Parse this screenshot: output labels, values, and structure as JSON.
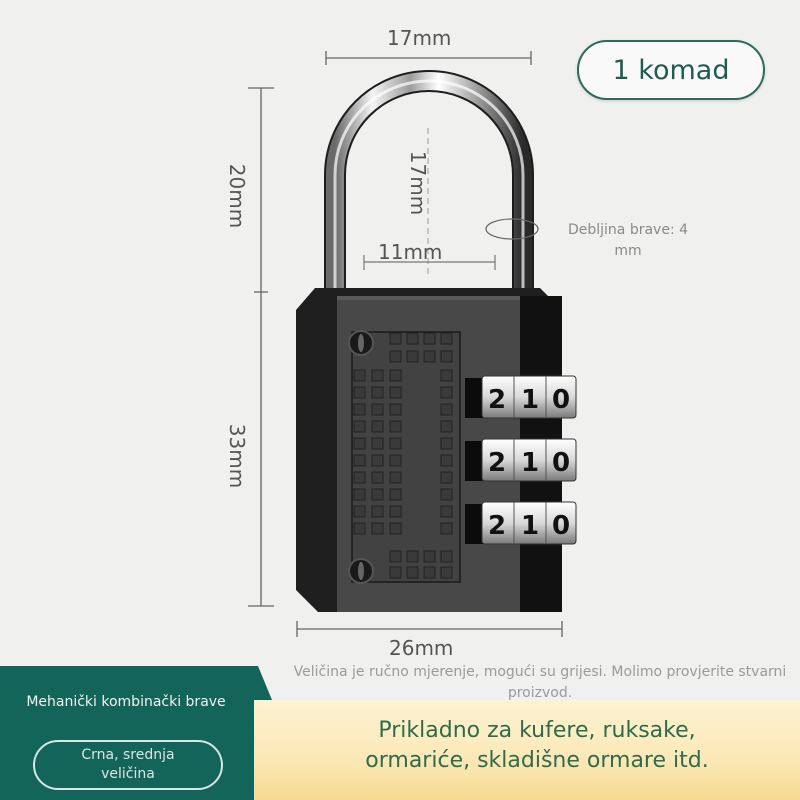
{
  "product": {
    "name": "Mehanički kombinački brave",
    "variant": "Crna, srednja veličina",
    "variant_lines": [
      "Crna, srednja",
      "veličina"
    ],
    "quantity_badge": "1 komad"
  },
  "dimensions": {
    "top_width": "17mm",
    "shackle_inner_height": "17mm",
    "shackle_inner_width": "11mm",
    "shackle_height": "20mm",
    "body_height": "33mm",
    "body_width": "26mm",
    "shackle_thickness_note": "Debljina brave: 4 mm",
    "shackle_thickness_lines": [
      "Debljina brave: 4",
      "mm"
    ]
  },
  "lock": {
    "dials": [
      {
        "digits": [
          "2",
          "1",
          "0"
        ]
      },
      {
        "digits": [
          "2",
          "1",
          "0"
        ]
      },
      {
        "digits": [
          "2",
          "1",
          "0"
        ]
      }
    ],
    "body_color": "#3c3c3c",
    "shackle_color": "#c8c8c8"
  },
  "disclaimer": "Veličina je ručno mjerenje, mogući su grijesi. Molimo provjerite stvarni proizvod.",
  "usage": {
    "line1": "Prikladno za kufere, ruksake,",
    "line2": "ormariće, skladišne ormare itd."
  },
  "colors": {
    "brand_green": "#13655a",
    "badge_text": "#1f5c50",
    "usage_text": "#2f6b4e",
    "panel_yellow": "#fbe8b6",
    "background": "#f0f0ef"
  }
}
